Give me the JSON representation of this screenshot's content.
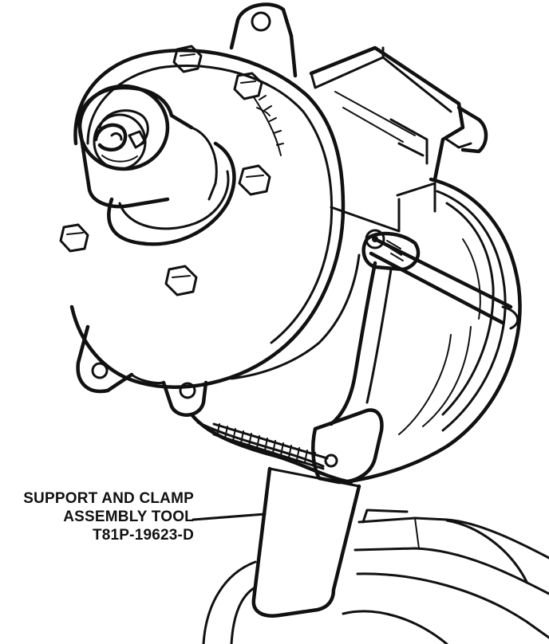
{
  "callout": {
    "line1": "SUPPORT AND CLAMP",
    "line2": "ASSEMBLY TOOL",
    "line3": "T81P-19623-D"
  }
}
